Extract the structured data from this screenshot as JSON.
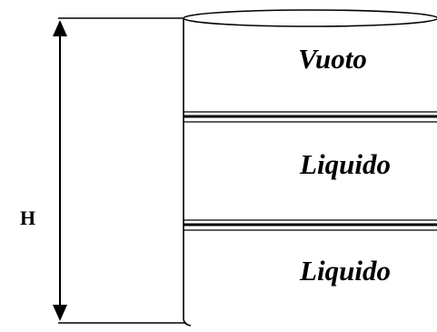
{
  "height_label": "H",
  "layers": [
    {
      "label": "Vuoto"
    },
    {
      "label": "Liquido"
    },
    {
      "label": "Liquido"
    }
  ]
}
